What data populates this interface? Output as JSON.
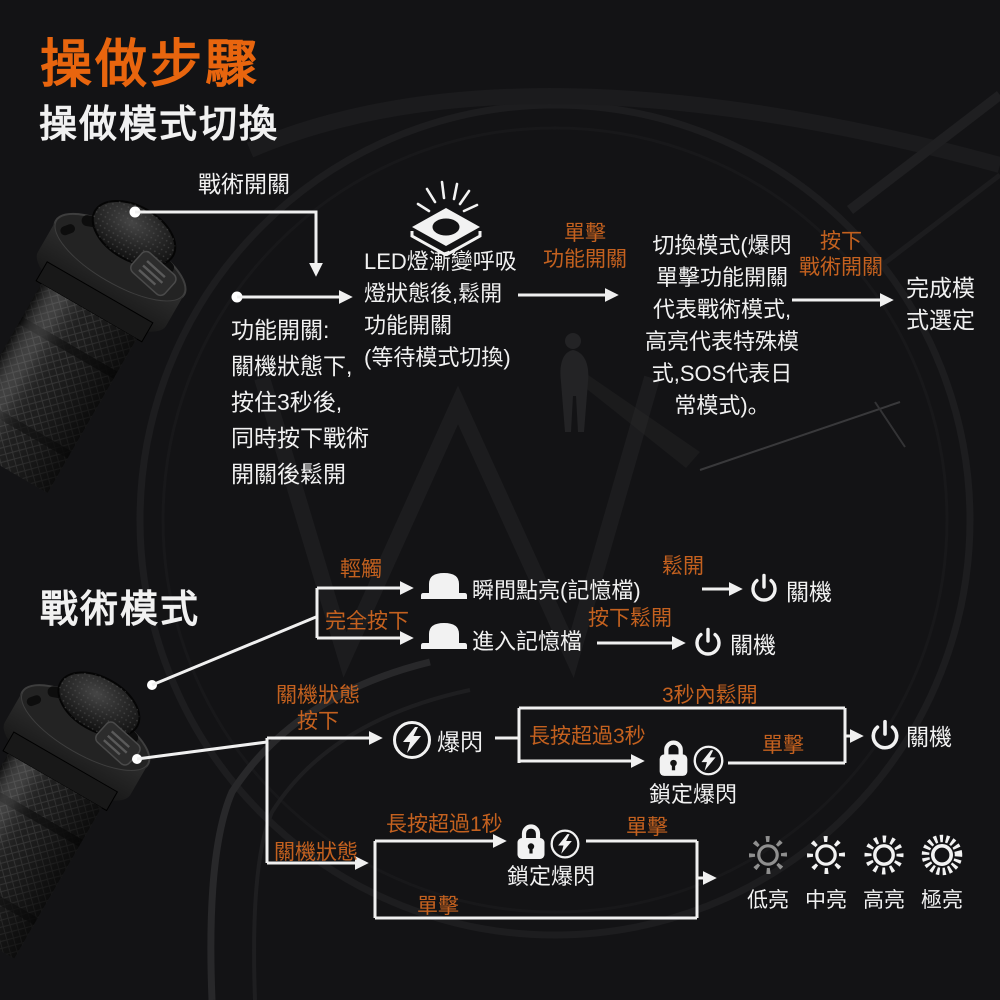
{
  "colors": {
    "background": "#131315",
    "title_orange": "#e8650e",
    "label_orange": "#c4611f",
    "text_white": "#f1f1f1",
    "line_white": "#f0f0f0",
    "sun_low_gray": "#8f8f8f"
  },
  "header": {
    "title": "操做步驟",
    "subtitle": "操做模式切換"
  },
  "section_mode_switch": {
    "tactical_switch_label": "戰術開關",
    "function_switch_steps": [
      "功能開關:",
      "關機狀態下,",
      "按住3秒後,",
      "同時按下戰術",
      "開關後鬆開"
    ],
    "led_steps": [
      "LED燈漸變呼吸",
      "燈狀態後,鬆開",
      "功能開關",
      "(等待模式切換)"
    ],
    "arrow1": {
      "line1": "單擊",
      "line2": "功能開關"
    },
    "mode_desc": [
      "切換模式(爆閃",
      "單擊功能開關",
      "代表戰術模式,",
      "高亮代表特殊模",
      "式,SOS代表日",
      "常模式)。"
    ],
    "arrow2": {
      "line1": "按下",
      "line2": "戰術開關"
    },
    "result": [
      "完成模",
      "式選定"
    ]
  },
  "section_tactical": {
    "heading": "戰術模式",
    "branch": {
      "light_touch": "輕觸",
      "full_press": "完全按下"
    },
    "row_momentary": {
      "label": "瞬間點亮(記憶檔)",
      "arrow_label": "鬆開",
      "result": "關機"
    },
    "row_memory": {
      "label": "進入記憶檔",
      "arrow_label": "按下鬆開",
      "result": "關機"
    },
    "strobe_flow": {
      "state_line1": "關機狀態",
      "state_line2": "按下",
      "strobe": "爆閃",
      "release_3s": "3秒內鬆開",
      "hold_3s": "長按超過3秒",
      "locked_strobe": "鎖定爆閃",
      "click": "單擊",
      "result": "關機"
    }
  },
  "section_daily": {
    "state": "關機狀態",
    "hold_1s": "長按超過1秒",
    "click_top": "單擊",
    "locked_strobe": "鎖定爆閃",
    "click_cycle": "單擊",
    "brightness_levels": [
      "低亮",
      "中亮",
      "高亮",
      "極亮"
    ]
  },
  "icons": {
    "eye_shine": "eye-shine-icon",
    "power": "power-icon",
    "strobe": "lightning-circle-icon",
    "lock": "lock-icon",
    "button": "switch-button-icon",
    "sun": "sun-brightness-icon"
  }
}
